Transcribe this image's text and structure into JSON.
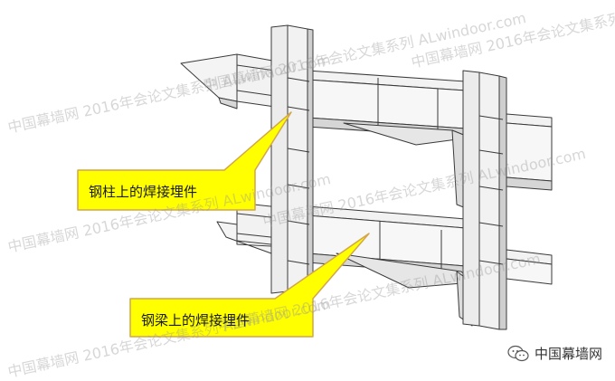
{
  "watermark": {
    "text": "中国幕墙网 2016年会论文集系列 ALwindoor.com"
  },
  "callouts": [
    {
      "label": "钢柱上的焊接埋件"
    },
    {
      "label": "钢梁上的焊接埋件"
    }
  ],
  "brand": {
    "name": "中国幕墙网",
    "icon": "wechat-icon"
  },
  "colors": {
    "callout_fill": "#ffff00",
    "callout_stroke": "#d2a64a",
    "line": "#3a3a3a",
    "steel_light": "#f2f2f2",
    "steel_shade": "#cfcfcf"
  }
}
